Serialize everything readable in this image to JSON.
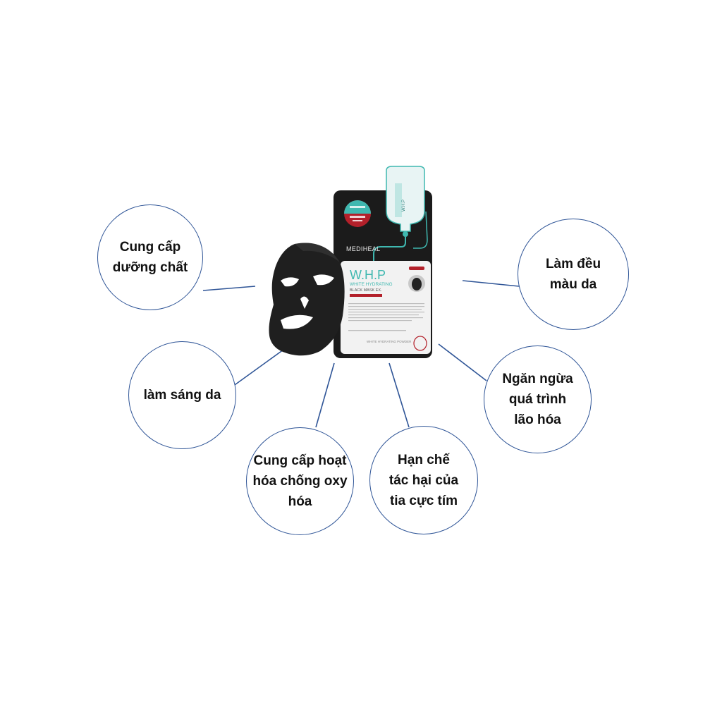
{
  "product": {
    "brand": "MEDIHEAL",
    "name": "W.H.P",
    "subtitle_1": "WHITE HYDRATING",
    "subtitle_2": "BLACK MASK EX.",
    "ampoule_text": "W.H.P",
    "bottom_text": "WHITE HYDRATING POWDER",
    "colors": {
      "package": "#1b1b1b",
      "accent": "#3fb8b0",
      "label": "#f2f2f2",
      "red": "#b3202a"
    },
    "icons": [
      "face-mask-icon",
      "ampoule-icon"
    ]
  },
  "benefits": [
    {
      "id": "nourish",
      "text": "Cung cấp\ndưỡng chất"
    },
    {
      "id": "brighten",
      "text": "làm sáng da"
    },
    {
      "id": "antioxidant",
      "text": "Cung cấp hoạt\nhóa chống oxy\nhóa"
    },
    {
      "id": "uv",
      "text": "Hạn chế\ntác hại của\ntia cực tím"
    },
    {
      "id": "antiaging",
      "text": "Ngăn ngừa\nquá trình\nlão hóa"
    },
    {
      "id": "evenskin",
      "text": "Làm đều\nmàu da"
    }
  ],
  "colors": {
    "connector": "#2f5597",
    "bubble_border": "#2f5597"
  }
}
